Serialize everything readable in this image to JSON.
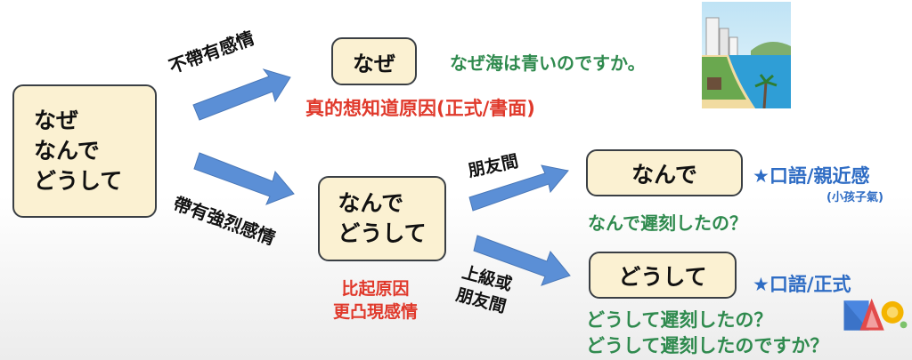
{
  "source_box": {
    "lines": [
      "なぜ",
      "なんで",
      "どうして"
    ]
  },
  "branch_top": {
    "label": "不帶有感情",
    "box": "なぜ",
    "example": "なぜ海は青いのですか。",
    "note": "真的想知道原因(正式/書面)"
  },
  "branch_bottom": {
    "label": "帶有強烈感情",
    "box_lines": [
      "なんで",
      "どうして"
    ],
    "note_lines": [
      "比起原因",
      "更凸現感情"
    ],
    "sub_friends": {
      "label": "朋友間",
      "box": "なんで",
      "tag": "★口語/親近感",
      "tag_sub": "(小孩子氣)",
      "example": "なんで遲刻したの？"
    },
    "sub_formal": {
      "label_lines": [
        "上級或",
        "朋友間"
      ],
      "box": "どうして",
      "tag": "★口語/正式",
      "examples": [
        "どうして遲刻したの？",
        "どうして遲刻したのですか？"
      ]
    }
  },
  "colors": {
    "box_fill": "#fbf1d2",
    "arrow": "#5b8fd6",
    "green": "#2f8a4e",
    "red": "#e0392b",
    "blue": "#2e6cc4"
  }
}
